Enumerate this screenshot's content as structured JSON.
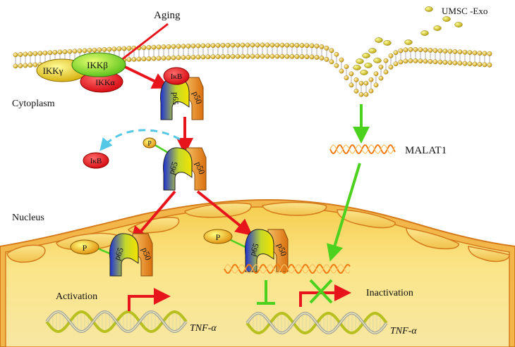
{
  "labels": {
    "aging": "Aging",
    "umsc_exo": "UMSC -Exo",
    "cytoplasm": "Cytoplasm",
    "nucleus": "Nucleus",
    "malat1": "MALAT1",
    "activation": "Activation",
    "inactivation": "Inactivation",
    "tnf_left": "TNF-α",
    "tnf_right": "TNF-α"
  },
  "proteins": {
    "ikk_gamma": "IKKγ",
    "ikk_beta": "IKKβ",
    "ikk_alpha": "IKKα",
    "ikb_bound": "IκB",
    "ikb_released": "IκB",
    "p65": "p65",
    "p50": "p50",
    "phospho": "P"
  },
  "colors": {
    "activation_arrow": "#e8141b",
    "inhibition_arrow": "#4cd11e",
    "release_dash": "#55c8e8",
    "nucleus_fill": "#f8df74",
    "membrane_head": "#d8b43a"
  }
}
